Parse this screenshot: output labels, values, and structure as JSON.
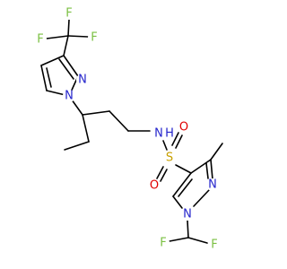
{
  "atom_labels": {
    "f_top_left": "F",
    "f_top_mid": "F",
    "f_top_right": "F",
    "n_pyrazole1_top": "N",
    "n_pyrazole1_ring": "N",
    "n_amide": "N",
    "h_amide": "H",
    "s_sulfonyl": "S",
    "o_upper": "O",
    "o_lower": "O",
    "n_pyrazole2_upper": "N",
    "n_pyrazole2_ring": "N",
    "f_bottom_left": "F",
    "f_bottom_right": "F"
  },
  "colors": {
    "fluorine": "#7BC043",
    "nitrogen": "#2424CC",
    "oxygen": "#E00000",
    "sulfur": "#C8A000",
    "hydrogen": "#2424CC",
    "bond": "#000000"
  }
}
